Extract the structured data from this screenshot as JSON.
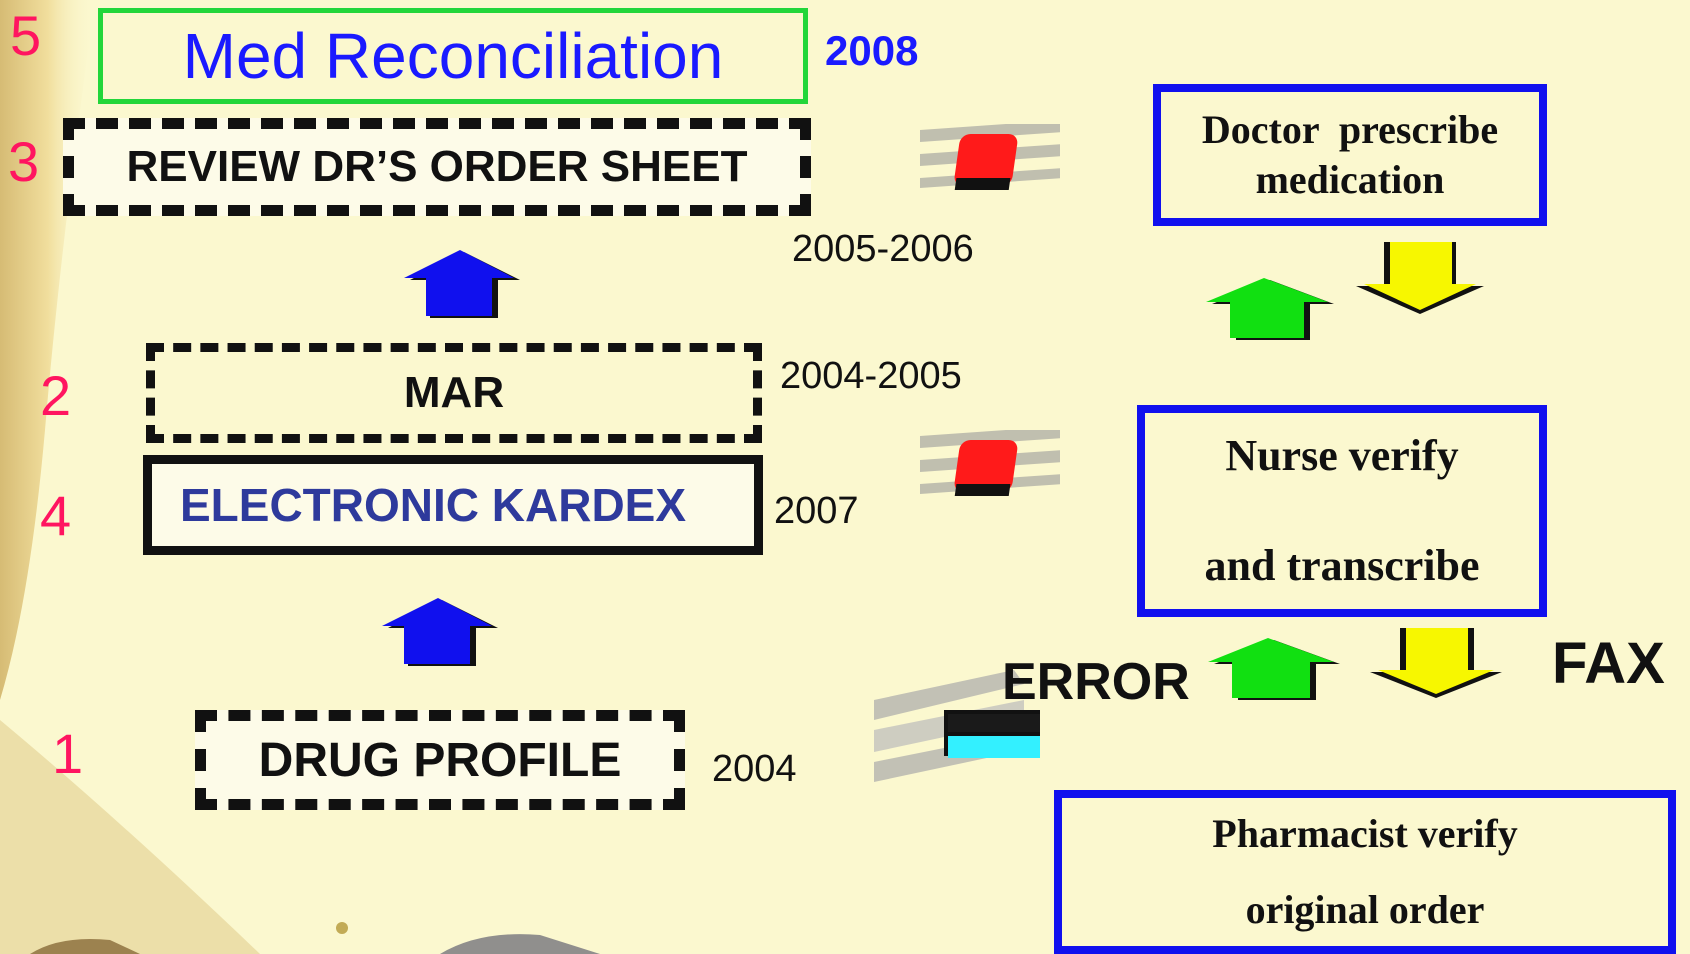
{
  "steps": {
    "step5": {
      "number": "5",
      "label": "Med Reconciliation",
      "year": "2008"
    },
    "step3": {
      "number": "3",
      "label": "REVIEW DR’S ORDER SHEET",
      "year": "2005-2006"
    },
    "step2": {
      "number": "2",
      "label": "MAR",
      "year": "2004-2005"
    },
    "step4": {
      "number": "4",
      "label": "ELECTRONIC KARDEX",
      "year": "2007"
    },
    "step1": {
      "number": "1",
      "label": "DRUG PROFILE",
      "year": "2004"
    }
  },
  "process": {
    "doctor": {
      "line1": "Doctor  prescribe",
      "line2": "medication"
    },
    "nurse": {
      "line1": "Nurse verify",
      "line2": "and transcribe"
    },
    "pharmacist": {
      "line1": "Pharmacist verify",
      "line2": "original order"
    },
    "error_label": "ERROR",
    "fax_label": "FAX"
  },
  "colors": {
    "background": "#fbf8cf",
    "step_number": "#ff1560",
    "med_rec_border": "#22d63a",
    "med_rec_text": "#1a1aff",
    "process_box_border": "#1010ee",
    "kardex_text": "#2e3a9c",
    "up_arrow_blue": "#1010ee",
    "up_arrow_green": "#11e011",
    "down_arrow_yellow": "#f7f700",
    "pill_red": "#ff1a1a",
    "pill_cyan": "#33f0ff"
  },
  "icons": {
    "left_arrows": "blue-up-arrow-icon",
    "green_arrows": "green-up-arrow-icon",
    "yellow_arrows": "yellow-down-arrow-icon",
    "red_pills": "red-capsule-icon",
    "cyan_pill": "cyan-capsule-icon"
  }
}
